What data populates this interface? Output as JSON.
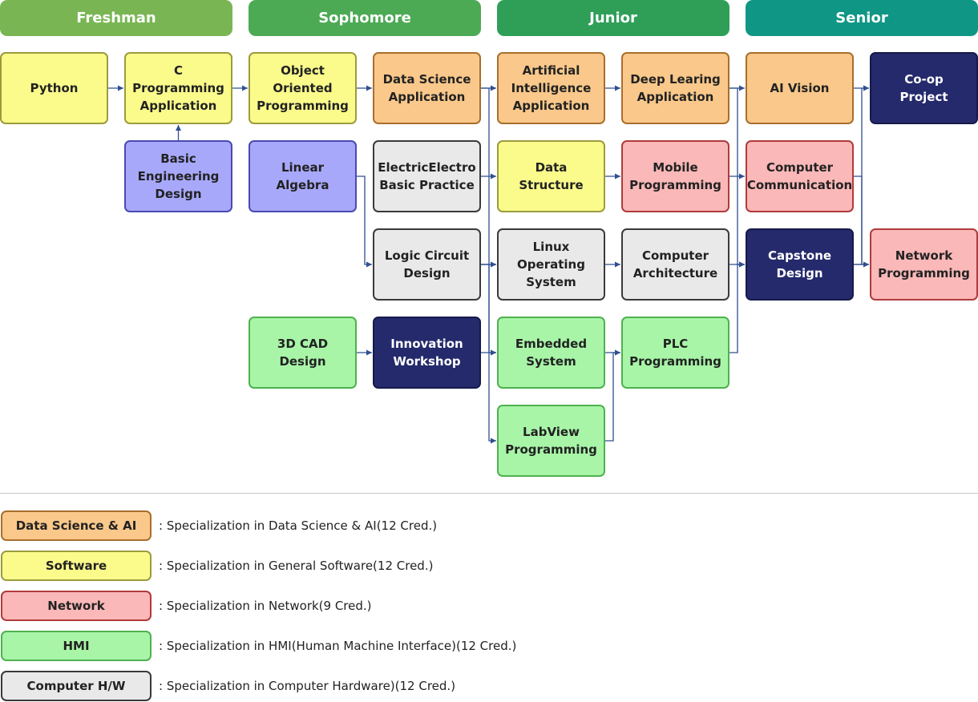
{
  "years": [
    {
      "label": "Freshman",
      "color": "#79b653"
    },
    {
      "label": "Sophomore",
      "color": "#4caa55"
    },
    {
      "label": "Junior",
      "color": "#2f9f58"
    },
    {
      "label": "Senior",
      "color": "#0f9685"
    }
  ],
  "categories": {
    "ds": {
      "fill": "#f9c88a",
      "border": "#a86f2c"
    },
    "sw": {
      "fill": "#fbfb8c",
      "border": "#9b9b3d"
    },
    "net": {
      "fill": "#fab8b8",
      "border": "#b03b3b"
    },
    "hmi": {
      "fill": "#a8f5a8",
      "border": "#4fb14f"
    },
    "hw": {
      "fill": "#e9e9e9",
      "border": "#3a3a3a"
    },
    "eng": {
      "fill": "#a8a8fb",
      "border": "#4a4ab0"
    },
    "proj": {
      "fill": "#252a6c",
      "border": "#161a4a",
      "text": "#ffffff"
    }
  },
  "courses": {
    "python": {
      "label": "Python",
      "cat": "sw"
    },
    "c_prog": {
      "label": "C\nProgramming\nApplication",
      "cat": "sw"
    },
    "basic_eng": {
      "label": "Basic\nEngineering\nDesign",
      "cat": "eng"
    },
    "oop": {
      "label": "Object\nOriented\nProgramming",
      "cat": "sw"
    },
    "linear": {
      "label": "Linear\nAlgebra",
      "cat": "eng"
    },
    "cad": {
      "label": "3D CAD\nDesign",
      "cat": "hmi"
    },
    "ds_app": {
      "label": "Data Science\nApplication",
      "cat": "ds"
    },
    "electric": {
      "label": "ElectricElectro\nBasic Practice",
      "cat": "hw"
    },
    "logic": {
      "label": "Logic Circuit\nDesign",
      "cat": "hw"
    },
    "innovation": {
      "label": "Innovation\nWorkshop",
      "cat": "proj"
    },
    "ai_app": {
      "label": "Artificial\nIntelligence\nApplication",
      "cat": "ds"
    },
    "data_struct": {
      "label": "Data\nStructure",
      "cat": "sw"
    },
    "linux": {
      "label": "Linux\nOperating\nSystem",
      "cat": "hw"
    },
    "embedded": {
      "label": "Embedded\nSystem",
      "cat": "hmi"
    },
    "labview": {
      "label": "LabView\nProgramming",
      "cat": "hmi"
    },
    "deep": {
      "label": "Deep Learing\nApplication",
      "cat": "ds"
    },
    "mobile": {
      "label": "Mobile\nProgramming",
      "cat": "net"
    },
    "comp_arch": {
      "label": "Computer\nArchitecture",
      "cat": "hw"
    },
    "plc": {
      "label": "PLC\nProgramming",
      "cat": "hmi"
    },
    "ai_vision": {
      "label": "AI Vision",
      "cat": "ds"
    },
    "comp_comm": {
      "label": "Computer\nCommunication",
      "cat": "net"
    },
    "capstone": {
      "label": "Capstone\nDesign",
      "cat": "proj"
    },
    "coop": {
      "label": "Co-op\nProject",
      "cat": "proj"
    },
    "network_prog": {
      "label": "Network\nProgramming",
      "cat": "net"
    }
  },
  "edges": [
    [
      "python",
      "c_prog"
    ],
    [
      "basic_eng",
      "c_prog"
    ],
    [
      "c_prog",
      "oop"
    ],
    [
      "oop",
      "ds_app"
    ],
    [
      "linear",
      "logic"
    ],
    [
      "cad",
      "innovation"
    ],
    [
      "ds_app",
      "ai_app"
    ],
    [
      "ds_app",
      "data_struct"
    ],
    [
      "electric",
      "linux"
    ],
    [
      "logic",
      "linux"
    ],
    [
      "logic",
      "embedded"
    ],
    [
      "logic",
      "labview"
    ],
    [
      "innovation",
      "embedded"
    ],
    [
      "ai_app",
      "deep"
    ],
    [
      "data_struct",
      "mobile"
    ],
    [
      "linux",
      "comp_arch"
    ],
    [
      "embedded",
      "plc"
    ],
    [
      "labview",
      "plc"
    ],
    [
      "deep",
      "ai_vision"
    ],
    [
      "deep",
      "capstone"
    ],
    [
      "mobile",
      "comp_comm"
    ],
    [
      "comp_arch",
      "capstone"
    ],
    [
      "plc",
      "capstone"
    ],
    [
      "ai_vision",
      "coop"
    ],
    [
      "capstone",
      "coop"
    ],
    [
      "comp_comm",
      "network_prog"
    ],
    [
      "capstone",
      "network_prog"
    ]
  ],
  "legend": [
    {
      "label": "Data Science & AI",
      "cat": "ds",
      "desc": ": Specialization in Data Science & AI(12 Cred.)"
    },
    {
      "label": "Software",
      "cat": "sw",
      "desc": ": Specialization in General Software(12 Cred.)"
    },
    {
      "label": "Network",
      "cat": "net",
      "desc": ": Specialization in Network(9 Cred.)"
    },
    {
      "label": "HMI",
      "cat": "hmi",
      "desc": ": Specialization in HMI(Human Machine Interface)(12 Cred.)"
    },
    {
      "label": "Computer H/W",
      "cat": "hw",
      "desc": ": Specialization in Computer Hardware)(12 Cred.)"
    }
  ]
}
